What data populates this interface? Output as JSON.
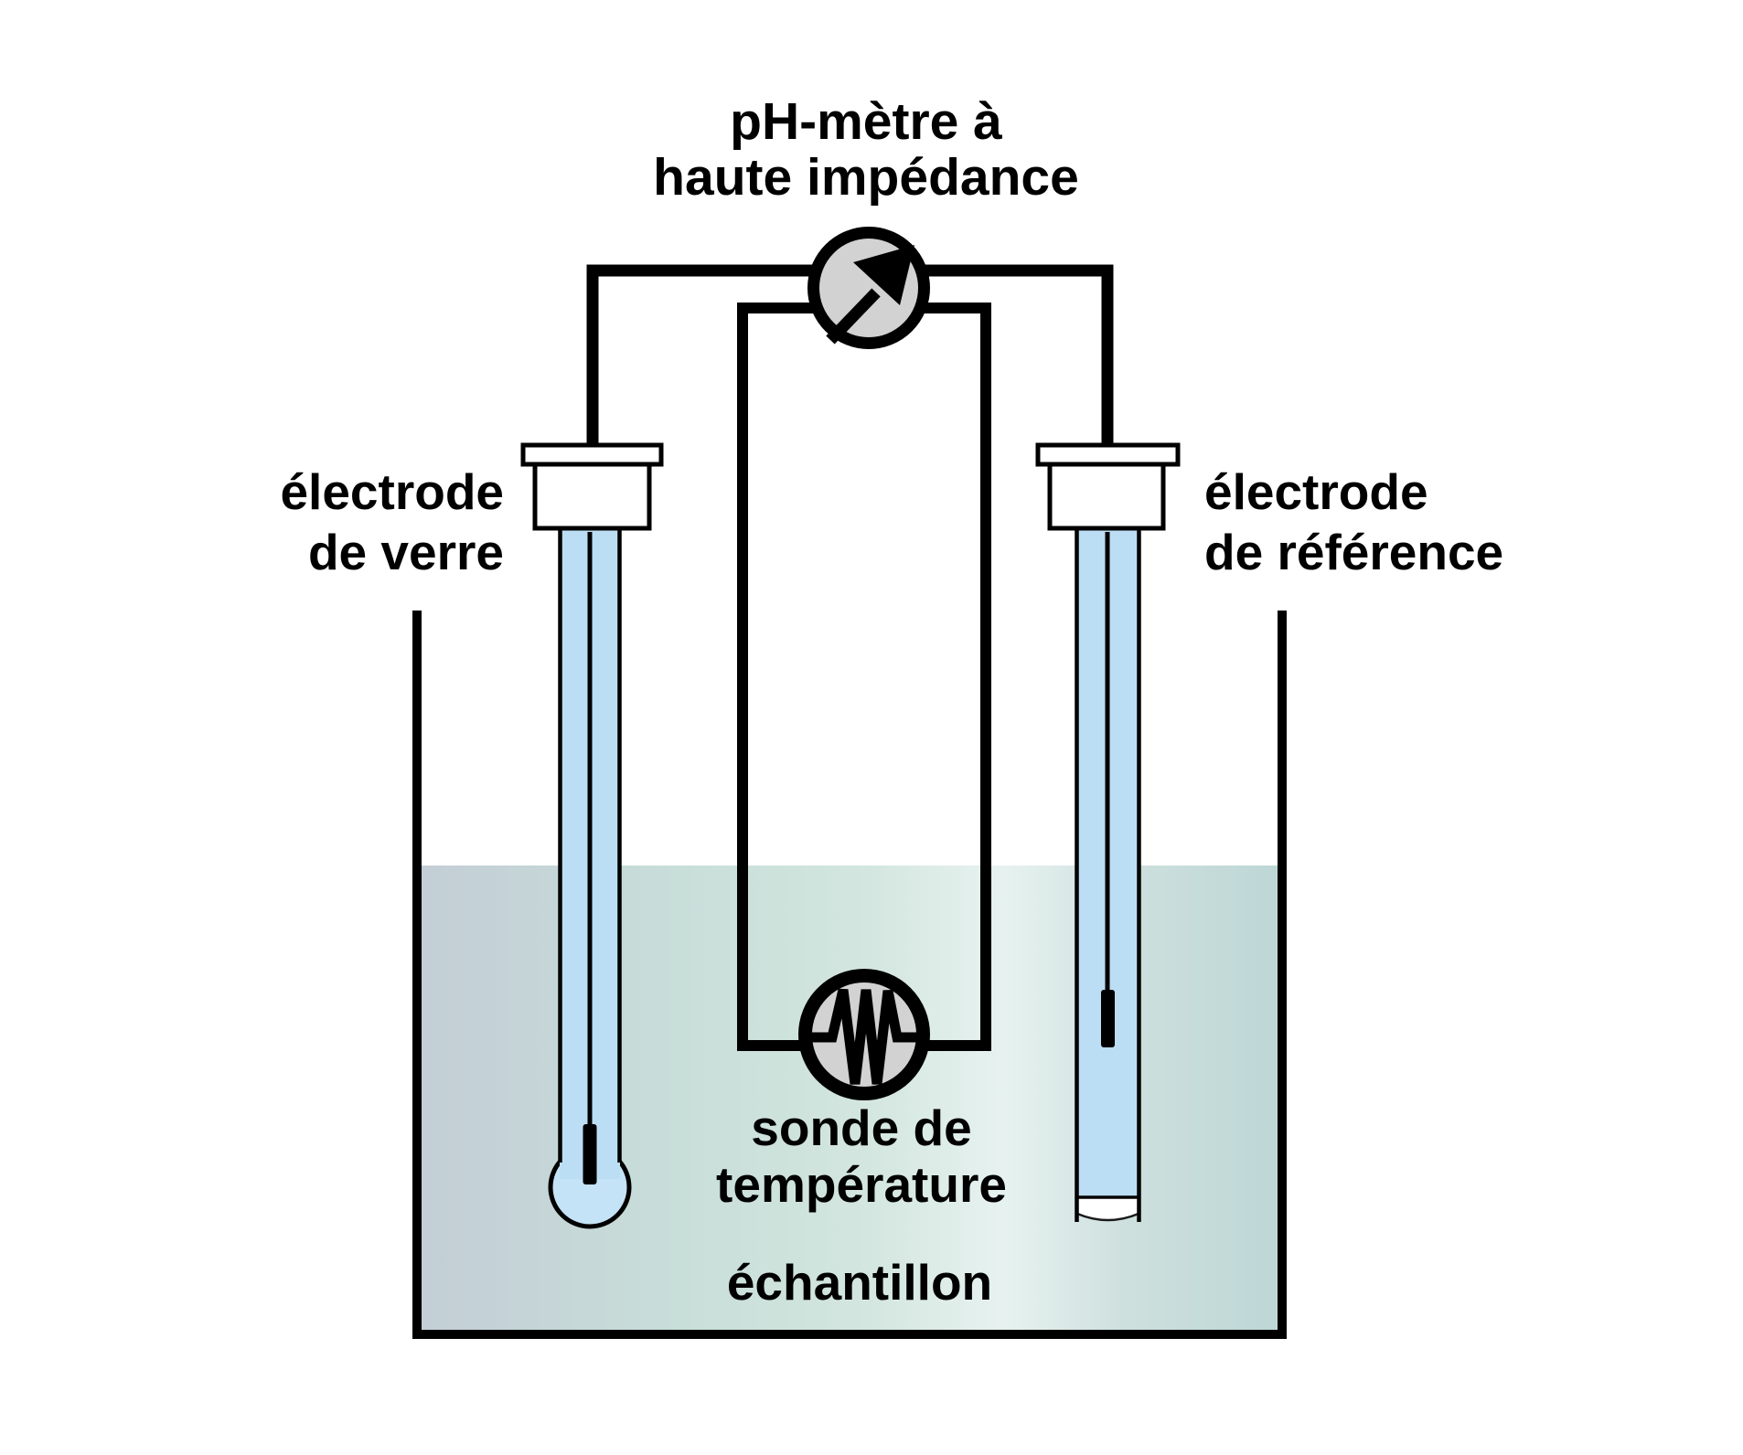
{
  "title": {
    "line1": "pH-mètre à",
    "line2": "haute impédance"
  },
  "labels": {
    "glass_electrode": {
      "line1": "électrode",
      "line2": "de verre"
    },
    "reference_electrode": {
      "line1": "électrode",
      "line2": "de référence"
    },
    "temperature_probe": {
      "line1": "sonde de",
      "line2": "température"
    },
    "sample": "échantillon"
  },
  "icons": {
    "meter": "galvanometer-arrow-icon",
    "temperature_probe": "resistor-zigzag-icon"
  },
  "colors": {
    "line_black": "#000000",
    "symbol_gray": "#d2d2d2",
    "tube_blue": "#bcdef5",
    "bulb_blue": "#c5e3f6",
    "cap_white": "#ffffff",
    "frit_white": "#ffffff",
    "liquid_left": "#c3ced6",
    "liquid_green": "#c8ded9",
    "liquid_mid": "#d3e6df",
    "liquid_light": "#e7f2f0",
    "liquid_fade": "#cee0de",
    "liquid_right": "#bdd7d6"
  }
}
